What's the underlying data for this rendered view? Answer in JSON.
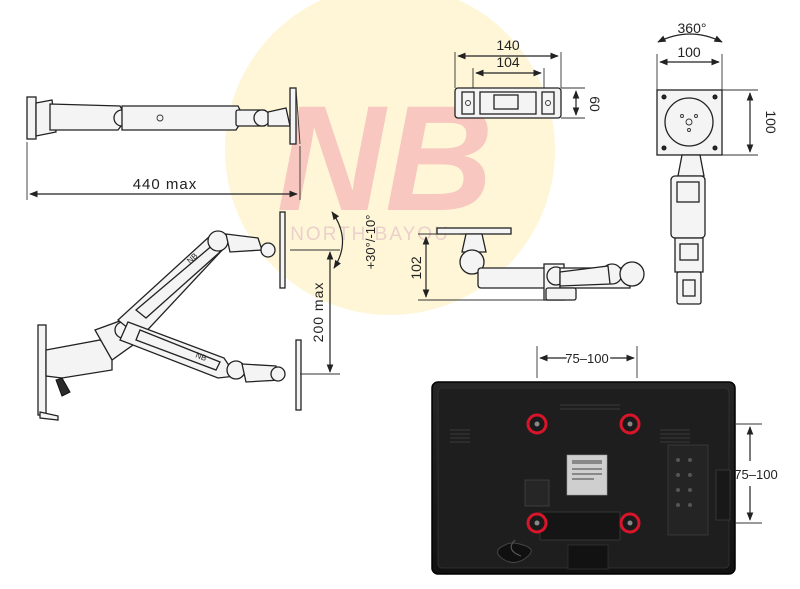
{
  "watermark": {
    "monogram": "NB",
    "brand": "NORTH BAYOU",
    "colors": {
      "disc": "#fdf3c9",
      "letters": "#f6b8b8",
      "text": "#f0d9d9"
    }
  },
  "dimensions": {
    "arm_length": "440  max",
    "tilt_range": "+30°/-10°",
    "height_range": "200  max",
    "base_width": "140",
    "base_inner_width": "104",
    "base_depth": "60",
    "rotation": "360°",
    "plate_width": "100",
    "plate_height": "100",
    "arm_height": "102",
    "vesa_horizontal": "75–100",
    "vesa_vertical": "75–100"
  },
  "colors": {
    "line": "#222222",
    "tv_body": "#1b1b1b",
    "highlight_circle": "#d8152a"
  }
}
